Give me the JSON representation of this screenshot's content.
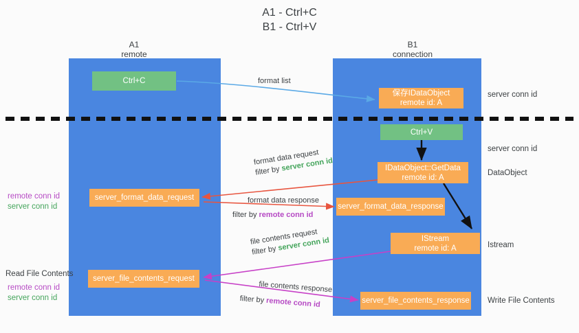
{
  "title": {
    "line1": "A1 - Ctrl+C",
    "line2": "B1 - Ctrl+V"
  },
  "colors": {
    "lane": "#4a86e0",
    "green_box": "#72c183",
    "orange_box": "#f9ab55",
    "server_conn_id": "#45a55c",
    "remote_conn_id": "#b64ac4",
    "format_list_arrow": "#5aa9e6",
    "format_data_arrow": "#e8553f",
    "file_contents_arrow": "#c740c7",
    "dashed_divider": "#111111",
    "background": "#fbfbfb"
  },
  "lanes": [
    {
      "id": "a1",
      "title": "A1",
      "subtitle": "remote"
    },
    {
      "id": "b1",
      "title": "B1",
      "subtitle": "connection"
    }
  ],
  "nodes": [
    {
      "id": "ctrl-c",
      "lane": "a1",
      "style": "green",
      "line1": "Ctrl+C",
      "line2": ""
    },
    {
      "id": "save-idataobject",
      "lane": "b1",
      "style": "orange",
      "line1": "保存IDataObject",
      "line2": "remote id: A"
    },
    {
      "id": "ctrl-v",
      "lane": "b1",
      "style": "green",
      "line1": "Ctrl+V",
      "line2": ""
    },
    {
      "id": "idataobject-getdata",
      "lane": "b1",
      "style": "orange",
      "line1": "IDataObject::GetData",
      "line2": "remote id: A"
    },
    {
      "id": "server-format-data-request",
      "lane": "a1",
      "style": "orange",
      "line1": "server_format_data_request",
      "line2": ""
    },
    {
      "id": "server-format-data-response",
      "lane": "b1",
      "style": "orange",
      "line1": "server_format_data_response",
      "line2": ""
    },
    {
      "id": "istream",
      "lane": "b1",
      "style": "orange",
      "line1": "IStream",
      "line2": "remote id: A"
    },
    {
      "id": "server-file-contents-request",
      "lane": "a1",
      "style": "orange",
      "line1": "server_file_contents_request",
      "line2": ""
    },
    {
      "id": "server-file-contents-response",
      "lane": "b1",
      "style": "orange",
      "line1": "server_file_contents_response",
      "line2": ""
    }
  ],
  "edges": [
    {
      "id": "format-list",
      "label": "format list",
      "filter_prefix": "",
      "filter_value": "",
      "filter_color": ""
    },
    {
      "id": "format-data-request",
      "label": "format data request",
      "filter_prefix": "filter by ",
      "filter_value": "server conn id",
      "filter_color": "green"
    },
    {
      "id": "format-data-response",
      "label": "format data response",
      "filter_prefix": "filter by ",
      "filter_value": "remote conn id",
      "filter_color": "purple"
    },
    {
      "id": "file-contents-request",
      "label": "file contents request",
      "filter_prefix": "filter by ",
      "filter_value": "server conn id",
      "filter_color": "green"
    },
    {
      "id": "file-contents-response",
      "label": "file contents response",
      "filter_prefix": "filter by ",
      "filter_value": "remote conn id",
      "filter_color": "purple"
    }
  ],
  "left_annotations": [
    {
      "id": "left-remote-conn-id-1",
      "text": "remote conn id",
      "color": "purple"
    },
    {
      "id": "left-server-conn-id-1",
      "text": "server conn id",
      "color": "green"
    },
    {
      "id": "read-file-contents",
      "text": "Read File Contents",
      "color": "dark"
    },
    {
      "id": "left-remote-conn-id-2",
      "text": "remote conn id",
      "color": "purple"
    },
    {
      "id": "left-server-conn-id-2",
      "text": "server conn id",
      "color": "green"
    }
  ],
  "right_annotations": [
    {
      "id": "right-server-conn-id-1",
      "text": "server conn id",
      "color": "green"
    },
    {
      "id": "right-server-conn-id-2",
      "text": "server conn id",
      "color": "green"
    },
    {
      "id": "right-dataobject",
      "text": "DataObject",
      "color": "dark"
    },
    {
      "id": "right-istream",
      "text": "Istream",
      "color": "dark"
    },
    {
      "id": "right-write-file",
      "text": "Write File Contents",
      "color": "dark"
    }
  ]
}
